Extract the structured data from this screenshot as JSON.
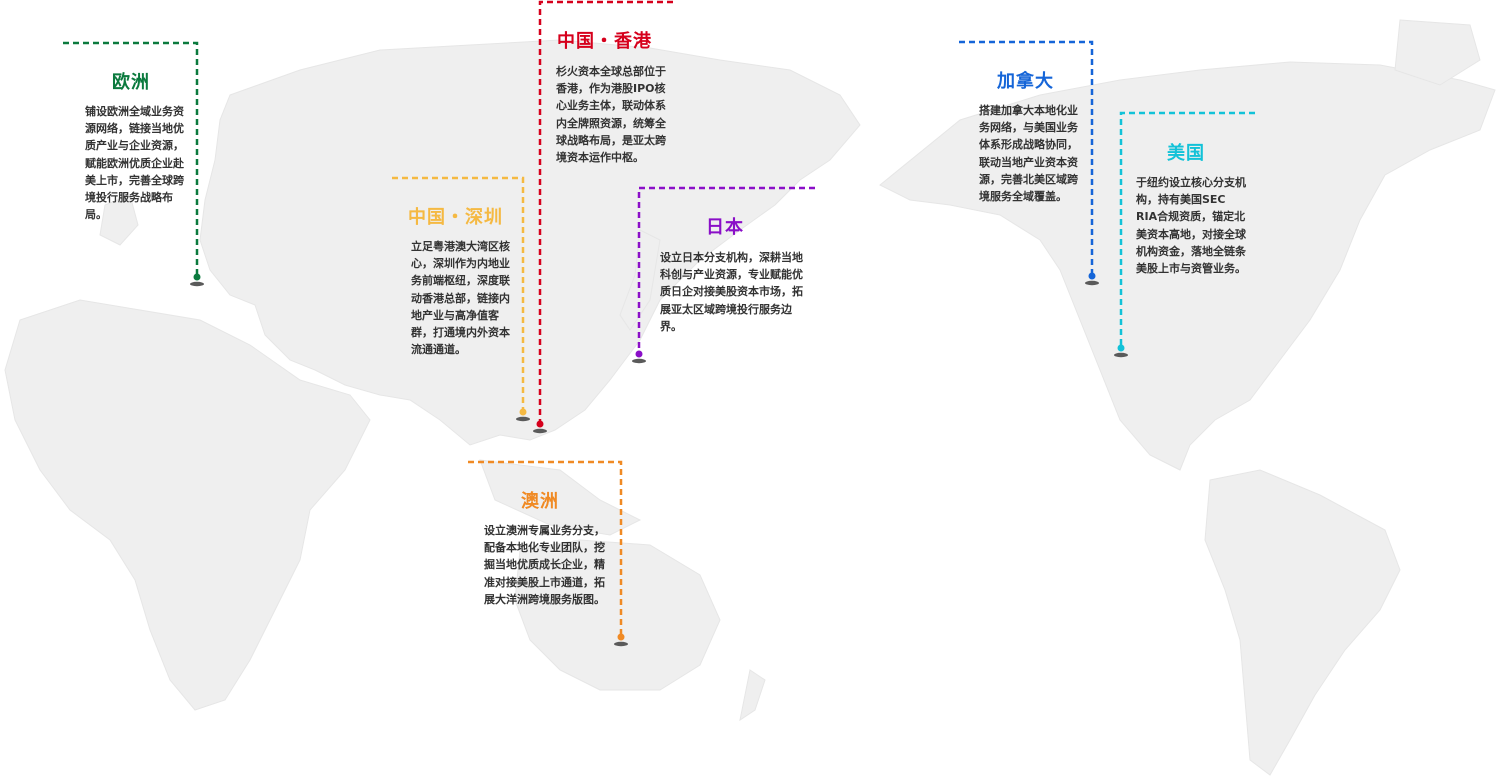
{
  "offices": [
    {
      "key": "europe",
      "title": "欧洲",
      "color": "#0b7a3e",
      "description": "铺设欧洲全域业务资源网络，链接当地优质产业与企业资源，赋能欧洲优质企业赴美上市，完善全球跨境投行服务战略布局。"
    },
    {
      "key": "hongkong",
      "title": "中国・香港",
      "color": "#d6001c",
      "description": "杉火资本全球总部位于香港，作为港股IPO核心业务主体，联动体系内全牌照资源，统筹全球战略布局，是亚太跨境资本运作中枢。"
    },
    {
      "key": "shenzhen",
      "title": "中国・深圳",
      "color": "#f5b942",
      "description": "立足粤港澳大湾区核心，深圳作为内地业务前端枢纽，深度联动香港总部，链接内地产业与高净值客群，打通境内外资本流通通道。"
    },
    {
      "key": "japan",
      "title": "日本",
      "color": "#8a0fc8",
      "description": "设立日本分支机构，深耕当地科创与产业资源，专业赋能优质日企对接美股资本市场，拓展亚太区域跨境投行服务边界。"
    },
    {
      "key": "australia",
      "title": "澳洲",
      "color": "#f08a24",
      "description": "设立澳洲专属业务分支，配备本地化专业团队，挖掘当地优质成长企业，精准对接美股上市通道，拓展大洋洲跨境服务版图。"
    },
    {
      "key": "canada",
      "title": "加拿大",
      "color": "#1565d8",
      "description": "搭建加拿大本地化业务网络，与美国业务体系形成战略协同，联动当地产业资本资源，完善北美区域跨境服务全域覆盖。"
    },
    {
      "key": "usa",
      "title": "美国",
      "color": "#12c2d8",
      "description": "于纽约设立核心分支机构，持有美国SEC RIA合规资质，锚定北美资本高地，对接全球机构资金，落地全链条美股上市与资管业务。"
    }
  ]
}
